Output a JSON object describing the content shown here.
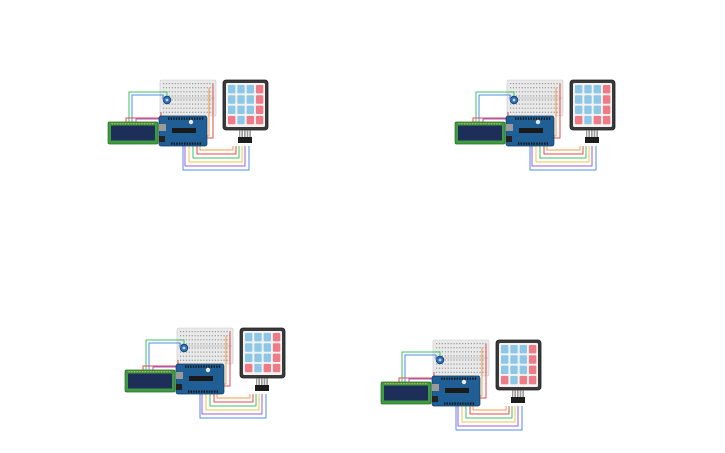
{
  "canvas": {
    "background": "#ffffff"
  },
  "circuits": [
    {
      "id": 1
    },
    {
      "id": 2
    },
    {
      "id": 3
    },
    {
      "id": 4
    }
  ],
  "colors": {
    "board_blue": "#1f5f95",
    "lcd_green": "#3f9b3f",
    "lcd_screen": "#1d2f59",
    "breadboard": "#e9e9e9",
    "keypad_frame": "#3a3a3a",
    "key_blue": "#8ec7e6",
    "key_red": "#ef7b86",
    "wire_red": "#e24a4a",
    "wire_green": "#3dbf6a",
    "wire_blue": "#4c8ee8",
    "wire_yellow": "#e8c84a",
    "wire_purple": "#a05bd3",
    "wire_orange": "#ef9b4a"
  }
}
